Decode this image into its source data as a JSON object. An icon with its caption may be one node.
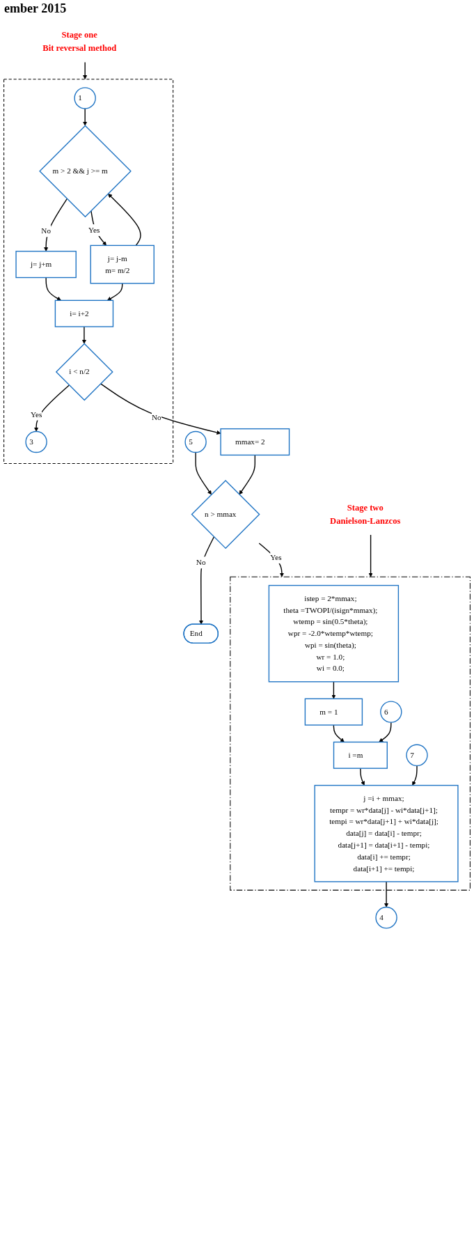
{
  "diagram": {
    "nodes": [
      {
        "text": [],
        "shape": "box"
      },
      {
        "text": [
          "1"
        ],
        "in": 0
      },
      {
        "text": [
          "m > 2 && j >= m"
        ],
        "in": 0
      },
      {
        "text": [
          "j= j+m"
        ],
        "in": 0
      },
      {
        "text": [
          "j= j-m",
          "m= m/2"
        ],
        "in": 0
      },
      {
        "text": [
          "i= i+2"
        ],
        "in": 0
      },
      {
        "text": [
          "i < n/2"
        ],
        "in": 0
      },
      {
        "text": [
          "3"
        ],
        "in": 0
      },
      {
        "text": [
          "Stage one",
          "Bit reversal method"
        ]
      },
      {
        "text": [
          "mmax= 2"
        ]
      },
      {
        "text": [
          "5"
        ]
      },
      {
        "text": [
          "n > mmax"
        ]
      },
      {
        "text": [
          "End"
        ]
      },
      {
        "text": [
          "Stage two",
          "Danielson-Lanzcos"
        ]
      },
      {
        "text": [],
        "shape": "box"
      },
      {
        "text": [
          "istep = 2*mmax;",
          "theta =TWOPI/(isign*mmax);",
          "wtemp = sin(0.5*theta);",
          "wpr = -2.0*wtemp*wtemp;",
          "wpi = sin(theta);",
          "wr = 1.0;",
          "wi = 0.0;"
        ],
        "in": 14
      },
      {
        "text": [
          "m = 1"
        ],
        "in": 14
      },
      {
        "text": [
          "6"
        ],
        "in": 14
      },
      {
        "text": [
          "i =m"
        ],
        "in": 14
      },
      {
        "text": [
          "7"
        ],
        "in": 14
      },
      {
        "text": [
          "j =i + mmax;",
          "tempr = wr*data[j]   - wi*data[j+1];",
          "tempi = wr*data[j+1] + wi*data[j];",
          "data[j]   = data[i]   - tempr;",
          "data[j+1] = data[i+1] - tempi;",
          "data[i] += tempr;",
          "data[i+1] += tempi;"
        ],
        "in": 14
      },
      {
        "text": [
          "4"
        ]
      }
    ],
    "edges": [
      {
        "from": 1,
        "to": 2,
        "arrow": "to"
      },
      {
        "from": 2,
        "to": 3,
        "arrow": "to",
        "label": "No"
      },
      {
        "from": 2,
        "to": 4,
        "arrow": "to",
        "label": "Yes"
      },
      {
        "from": 3,
        "to": 5,
        "arrow": "to"
      },
      {
        "from": 4,
        "to": 5,
        "arrow": "to"
      },
      {
        "from": 4,
        "to": 2,
        "arrow": "to"
      },
      {
        "from": 5,
        "to": 6,
        "arrow": "to"
      },
      {
        "from": 6,
        "to": 7,
        "arrow": "to",
        "label": "Yes"
      },
      {
        "from": 6,
        "to": 9,
        "arrow": "to",
        "label": "No"
      },
      {
        "from": 8,
        "to": 0,
        "arrow": "to"
      },
      {
        "from": 9,
        "to": 11,
        "arrow": "to"
      },
      {
        "from": 10,
        "to": 11,
        "arrow": "to"
      },
      {
        "from": 11,
        "to": 12,
        "arrow": "to",
        "label": "No"
      },
      {
        "from": 11,
        "to": 14,
        "arrow": "to",
        "label": "Yes"
      },
      {
        "from": 13,
        "to": 14,
        "arrow": "to"
      },
      {
        "from": 15,
        "to": 16,
        "arrow": "to"
      },
      {
        "from": 16,
        "to": 18,
        "arrow": "to"
      },
      {
        "from": 17,
        "to": 18,
        "arrow": "to"
      },
      {
        "from": 18,
        "to": 20,
        "arrow": "to"
      },
      {
        "from": 19,
        "to": 20,
        "arrow": "to"
      },
      {
        "from": 20,
        "to": 21,
        "arrow": "to"
      }
    ],
    "labels": [
      "ember 2015"
    ]
  }
}
